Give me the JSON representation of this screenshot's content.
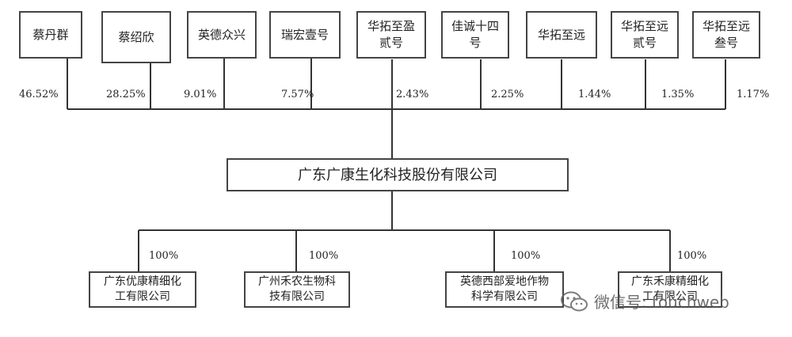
{
  "shareholders": [
    {
      "name_lines": [
        "蔡丹群"
      ],
      "pct": "46.52%"
    },
    {
      "name_lines": [
        "蔡绍欣"
      ],
      "pct": "28.25%"
    },
    {
      "name_lines": [
        "英德众兴"
      ],
      "pct": "9.01%"
    },
    {
      "name_lines": [
        "瑞宏壹号"
      ],
      "pct": "7.57%"
    },
    {
      "name_lines": [
        "华拓至盈",
        "贰号"
      ],
      "pct": "2.43%"
    },
    {
      "name_lines": [
        "佳诚十四",
        "号"
      ],
      "pct": "2.25%"
    },
    {
      "name_lines": [
        "华拓至远"
      ],
      "pct": "1.44%"
    },
    {
      "name_lines": [
        "华拓至远",
        "贰号"
      ],
      "pct": "1.35%"
    },
    {
      "name_lines": [
        "华拓至远",
        "叁号"
      ],
      "pct": "1.17%"
    }
  ],
  "company": {
    "name": "广东广康生化科技股份有限公司"
  },
  "subsidiaries": [
    {
      "name_lines": [
        "广东优康精细化",
        "工有限公司"
      ],
      "pct": "100%"
    },
    {
      "name_lines": [
        "广州禾农生物科",
        "技有限公司"
      ],
      "pct": "100%"
    },
    {
      "name_lines": [
        "英德西部爱地作物",
        "科学有限公司"
      ],
      "pct": "100%"
    },
    {
      "name_lines": [
        "广东禾康精细化",
        "工有限公司"
      ],
      "pct": "100%"
    }
  ],
  "watermark": {
    "text": "微信号: touchweb"
  }
}
